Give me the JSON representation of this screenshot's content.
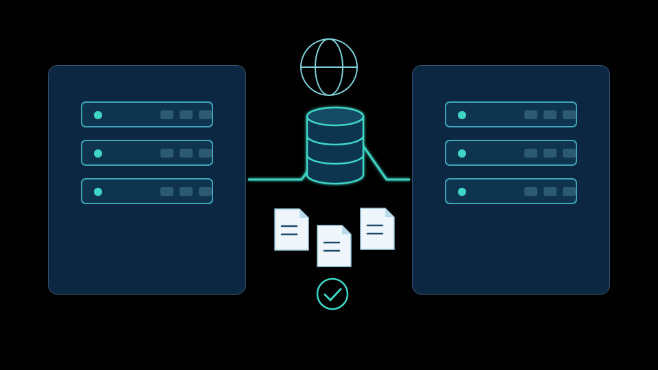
{
  "diagram": {
    "colors": {
      "background": "#000000",
      "panel_fill": "#0b2742",
      "panel_border": "#3a5670",
      "accent_teal": "#3fd6c6",
      "unit_border": "#3fa6b8",
      "slot_fill": "#2c5a72",
      "globe_stroke": "#7fd0d8",
      "document_fill": "#eef6fb",
      "document_stroke": "#9bc9dc",
      "document_lines": "#1e4a6a"
    },
    "nodes": [
      {
        "id": "left-server",
        "icon": "server-rack-icon",
        "units": 3
      },
      {
        "id": "globe",
        "icon": "globe-icon"
      },
      {
        "id": "database",
        "icon": "database-cylinder-icon"
      },
      {
        "id": "documents",
        "icon": "document-icon",
        "count": 3
      },
      {
        "id": "check",
        "icon": "check-circle-icon"
      },
      {
        "id": "right-server",
        "icon": "server-rack-icon",
        "units": 3
      }
    ],
    "edges": [
      {
        "from": "left-server",
        "to": "database"
      },
      {
        "from": "database",
        "to": "right-server"
      }
    ]
  }
}
